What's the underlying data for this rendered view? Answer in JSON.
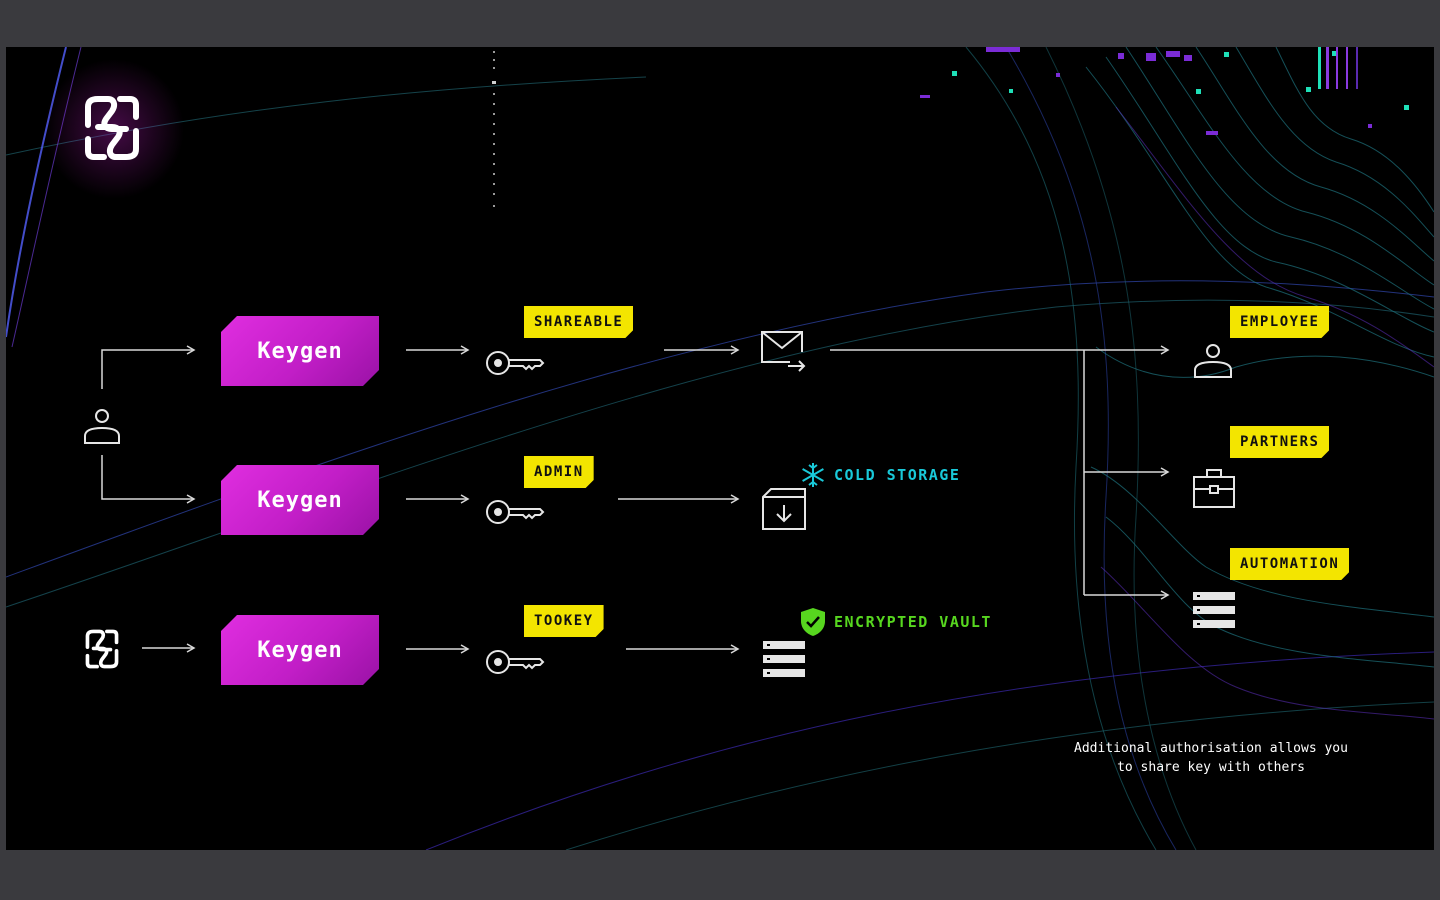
{
  "colors": {
    "keygen": "#d420d8",
    "tag": "#f3e500",
    "cold_storage": "#19c9d9",
    "encrypted_vault": "#57d61f",
    "line": "#d9d9d9"
  },
  "rows": [
    {
      "keygen_label": "Keygen",
      "tag": "SHAREABLE",
      "key_icon": "key-icon",
      "dest_icon": "envelope-send-icon"
    },
    {
      "keygen_label": "Keygen",
      "tag": "ADMIN",
      "key_icon": "key-icon",
      "dest_icon": "archive-box-icon",
      "status": "COLD STORAGE",
      "status_icon": "snowflake-icon"
    },
    {
      "keygen_label": "Keygen",
      "tag": "TOOKEY",
      "key_icon": "key-icon",
      "dest_icon": "server-stack-icon",
      "status": "ENCRYPTED VAULT",
      "status_icon": "shield-check-icon"
    }
  ],
  "recipients": [
    {
      "tag": "EMPLOYEE",
      "icon": "user-icon"
    },
    {
      "tag": "PARTNERS",
      "icon": "briefcase-icon"
    },
    {
      "tag": "AUTOMATION",
      "icon": "server-stack-icon"
    }
  ],
  "caption": {
    "line1": "Additional authorisation allows you",
    "line2": "to share key with others"
  }
}
